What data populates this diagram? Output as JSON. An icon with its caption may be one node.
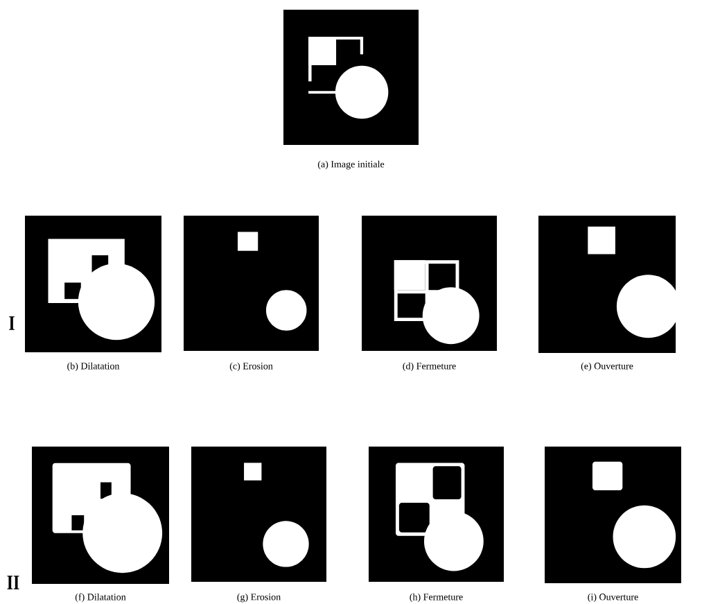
{
  "diagram": {
    "labels": [
      "(a) Image initiale",
      "I",
      "(b) Dilatation",
      "(c) Erosion",
      "(d) Fermeture",
      "(e) Ouverture",
      "II",
      "(f) Dilatation",
      "(g) Erosion",
      "(h) Fermeture",
      "(i) Ouverture"
    ]
  }
}
